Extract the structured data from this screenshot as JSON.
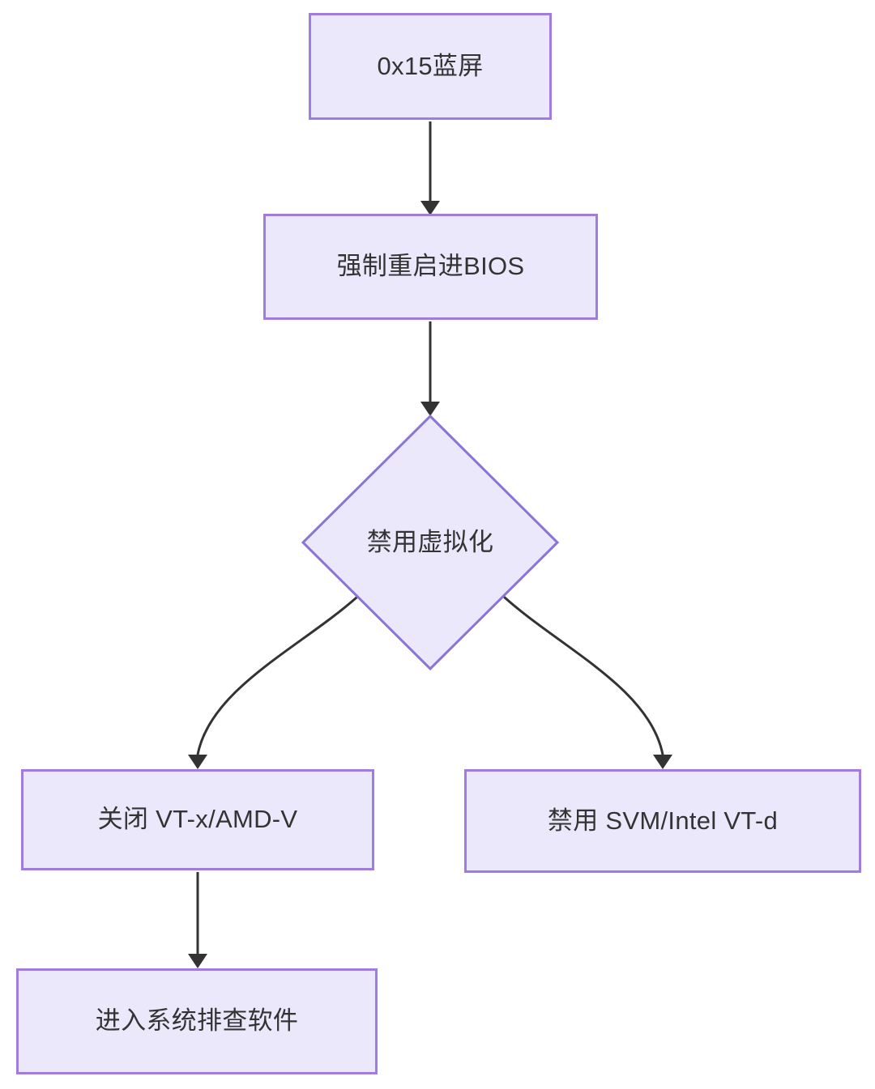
{
  "diagram": {
    "type": "flowchart",
    "direction": "top-down",
    "theme": {
      "node_fill": "#ECE8FB",
      "node_border": "#A07BE0",
      "text_color": "#333333",
      "edge_color": "#333333",
      "background": "#FFFFFF"
    },
    "nodes": [
      {
        "id": "bluescreen",
        "label": "0x15蓝屏",
        "shape": "rectangle"
      },
      {
        "id": "reboot-bios",
        "label": "强制重启进BIOS",
        "shape": "rectangle"
      },
      {
        "id": "disable-virt",
        "label": "禁用虚拟化",
        "shape": "diamond"
      },
      {
        "id": "vtx-amdv",
        "label": "关闭 VT-x/AMD-V",
        "shape": "rectangle"
      },
      {
        "id": "svm-vtd",
        "label": "禁用 SVM/Intel VT-d",
        "shape": "rectangle"
      },
      {
        "id": "enter-system",
        "label": "进入系统排查软件",
        "shape": "rectangle"
      }
    ],
    "edges": [
      {
        "from": "bluescreen",
        "to": "reboot-bios",
        "label": "",
        "style": "straight-arrow"
      },
      {
        "from": "reboot-bios",
        "to": "disable-virt",
        "label": "",
        "style": "straight-arrow"
      },
      {
        "from": "disable-virt",
        "to": "vtx-amdv",
        "label": "",
        "style": "curved-arrow"
      },
      {
        "from": "disable-virt",
        "to": "svm-vtd",
        "label": "",
        "style": "curved-arrow"
      },
      {
        "from": "vtx-amdv",
        "to": "enter-system",
        "label": "",
        "style": "straight-arrow"
      }
    ]
  }
}
